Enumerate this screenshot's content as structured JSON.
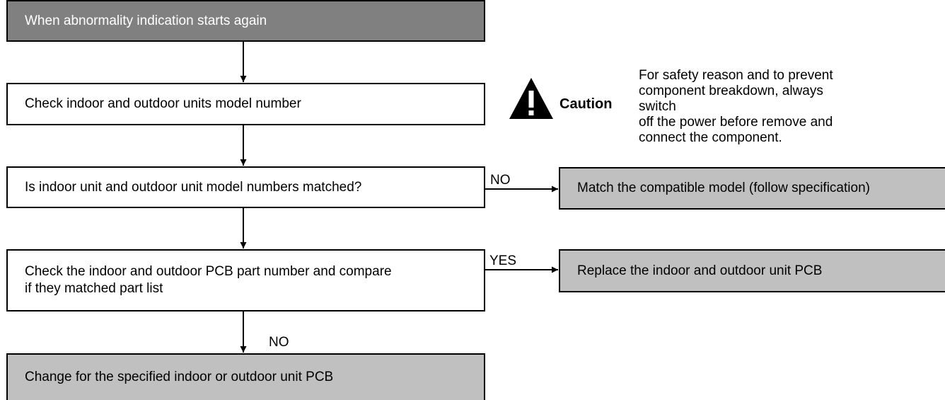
{
  "flow": {
    "start": "When abnormality indication starts again",
    "check_models": "Check indoor and outdoor units model number",
    "question_models": "Is indoor unit and outdoor unit model numbers matched?",
    "question_pcb_line1": "Check the indoor and outdoor PCB part number and compare",
    "question_pcb_line2": "if they matched part list",
    "final_action": "Change for the specified indoor or outdoor unit PCB",
    "match_action": "Match the compatible model (follow specification)",
    "replace_action": "Replace the indoor and outdoor unit PCB",
    "label_no_1": "NO",
    "label_yes": "YES",
    "label_no_2": "NO"
  },
  "caution": {
    "icon": "warning-triangle-icon",
    "word": "Caution",
    "line1": "For safety reason and to prevent",
    "line2": "component breakdown, always switch",
    "line3": "off the power before remove and",
    "line4": "connect the component."
  },
  "colors": {
    "start_fill": "#808080",
    "action_fill": "#c0c0c0",
    "box_fill": "#ffffff"
  }
}
